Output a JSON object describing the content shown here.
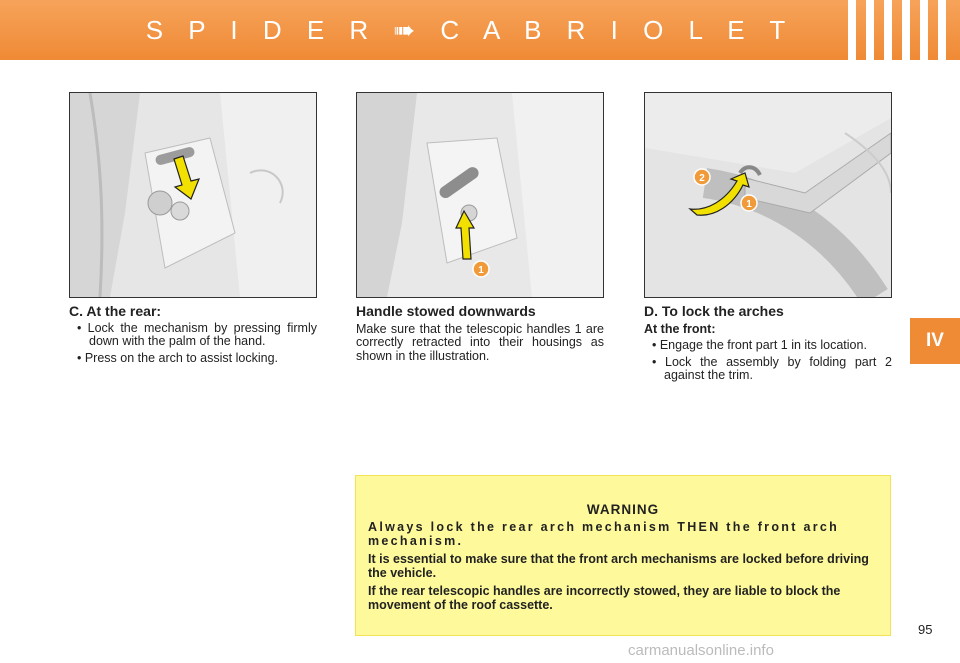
{
  "header": {
    "title": "S P I D E R  ➠  C A B R I O L E T",
    "side_tab": "IV"
  },
  "figures": {
    "fig1": {},
    "fig2": {
      "label_1": "1"
    },
    "fig3": {
      "label_1": "1",
      "label_2": "2"
    }
  },
  "section_c": {
    "heading": "C. At the rear:",
    "bullets": [
      "• Lock the mechanism by pressing firmly down with the palm of the hand.",
      "• Press on the arch to assist locking."
    ]
  },
  "section_handle": {
    "heading": "Handle stowed downwards",
    "text": "Make sure that the telescopic handles 1 are correctly retracted into their housings as shown in the illustration."
  },
  "section_d": {
    "heading": "D. To lock the arches",
    "subheading": "At the front:",
    "bullets": [
      "• Engage the front part 1 in its location.",
      "• Lock the assembly by folding part 2 against the trim."
    ]
  },
  "warning": {
    "title": "WARNING",
    "paragraphs": [
      "Always lock the rear arch mechanism THEN the front arch mechanism.",
      "It is essential to make sure that the front arch mechanisms are locked before driving the vehicle.",
      "If the rear telescopic handles are incorrectly stowed, they are liable to block the movement of the roof cassette."
    ]
  },
  "page_number": "95",
  "watermark": "carmanualsonline.info",
  "colors": {
    "accent": "#ef8a35",
    "warning_bg": "#fefa9c",
    "arrow": "#f2e000"
  }
}
